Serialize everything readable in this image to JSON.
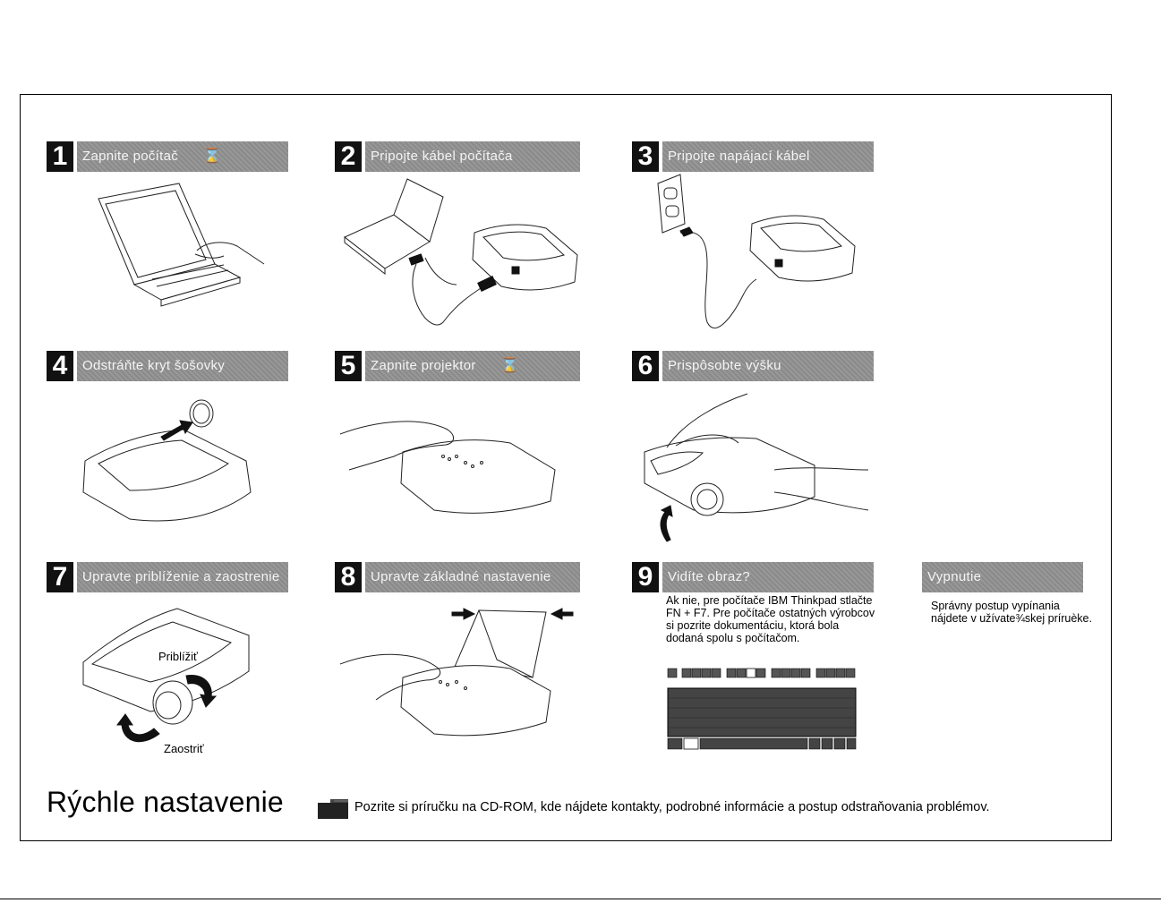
{
  "steps": [
    {
      "number": "1",
      "label": "Zapnite počítač"
    },
    {
      "number": "2",
      "label": "Pripojte kábel počítača"
    },
    {
      "number": "3",
      "label": "Pripojte napájací kábel"
    },
    {
      "number": "4",
      "label": "Odstráňte kryt šošovky"
    },
    {
      "number": "5",
      "label": "Zapnite projektor"
    },
    {
      "number": "6",
      "label": "Prispôsobte výšku"
    },
    {
      "number": "7",
      "label": "Upravte priblíženie a zaostrenie"
    },
    {
      "number": "8",
      "label": "Upravte základné nastavenie"
    },
    {
      "number": "9",
      "label": "Vidíte obraz?"
    }
  ],
  "shutdown": {
    "label": "Vypnutie",
    "note": "Správny postup vypínania nájdete v užívate¾skej príruèke."
  },
  "step9_note": "Ak nie, pre počítače IBM Thinkpad stlačte FN + F7. Pre počítače ostatných výrobcov si pozrite dokumentáciu, ktorá bola dodaná spolu s počítačom.",
  "zoom_labels": {
    "zoom": "Priblížiť",
    "focus": "Zaostriť"
  },
  "page_title": "Rýchle nastavenie",
  "footer_text": "Pozrite si príručku na CD-ROM, kde nájdete kontakty, podrobné informácie a postup odstraňovania problémov.",
  "icons": {
    "hourglass": "⌛",
    "cd_manual": "cd-manual-icon"
  }
}
